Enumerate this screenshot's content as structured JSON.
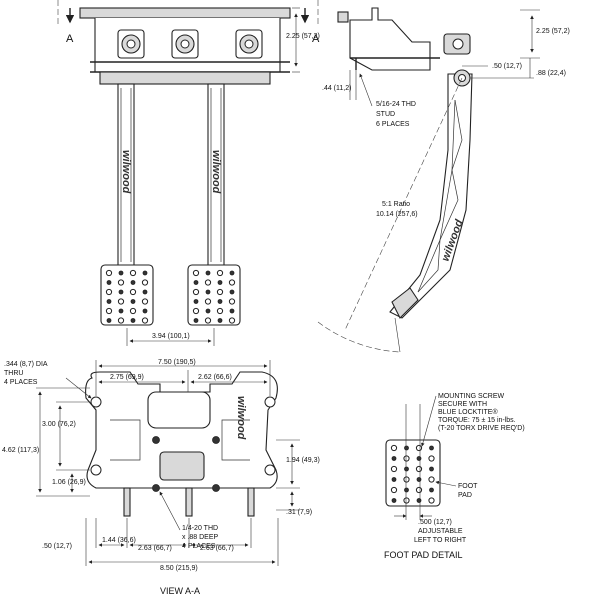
{
  "section": {
    "marker": "A",
    "view_title": "VIEW A-A"
  },
  "brand": "wilwood",
  "front_view": {
    "height_dim": "2.25 (57,2)",
    "pad_spacing_dim": "3.94 (100,1)"
  },
  "side_view": {
    "height_dim": "2.25 (57,2)",
    "pivot_offset_dim": ".50 (12,7)",
    "pivot_height_dim": ".88 (22,4)",
    "stud_offset_dim": ".44 (11,2)",
    "stud_note": [
      "5/16-24 THD",
      "STUD",
      "6 PLACES"
    ],
    "ratio_note": [
      "5:1 Ratio",
      "10.14 (257,6)"
    ]
  },
  "view_aa": {
    "hole_note": [
      ".344 (8,7) DIA",
      "THRU",
      "4 PLACES"
    ],
    "overall_hole_span": "7.50 (190,5)",
    "left_hole_to_center": "2.75 (69,9)",
    "center_to_right": "2.62 (66,6)",
    "vertical_hole_span": "3.00 (76,2)",
    "overall_height": "4.62 (117,3)",
    "bottom_to_hole": "1.06 (26,9)",
    "right_height": "1.94 (49,3)",
    "right_small": ".31 (7,9)",
    "thread_note": [
      "1/4-20 THD",
      "x .88 DEEP",
      "4 PLACES"
    ],
    "left_edge": ".50 (12,7)",
    "first_pitch": "1.44 (36,6)",
    "pitch_2": "2.63 (66,7)",
    "pitch_3": "2.63 (66,7)",
    "overall_width": "8.50 (215,9)"
  },
  "foot_pad_detail": {
    "title": "FOOT PAD DETAIL",
    "mounting_note": [
      "MOUNTING SCREW",
      "SECURE WITH",
      "BLUE LOCKTITE®",
      "TORQUE: 75 ± 15 in-lbs.",
      "(T-20 TORX DRIVE REQ'D)"
    ],
    "pad_label": [
      "FOOT",
      "PAD"
    ],
    "adjust_note": [
      ".500 (12,7)",
      "ADJUSTABLE",
      "LEFT TO RIGHT"
    ]
  }
}
